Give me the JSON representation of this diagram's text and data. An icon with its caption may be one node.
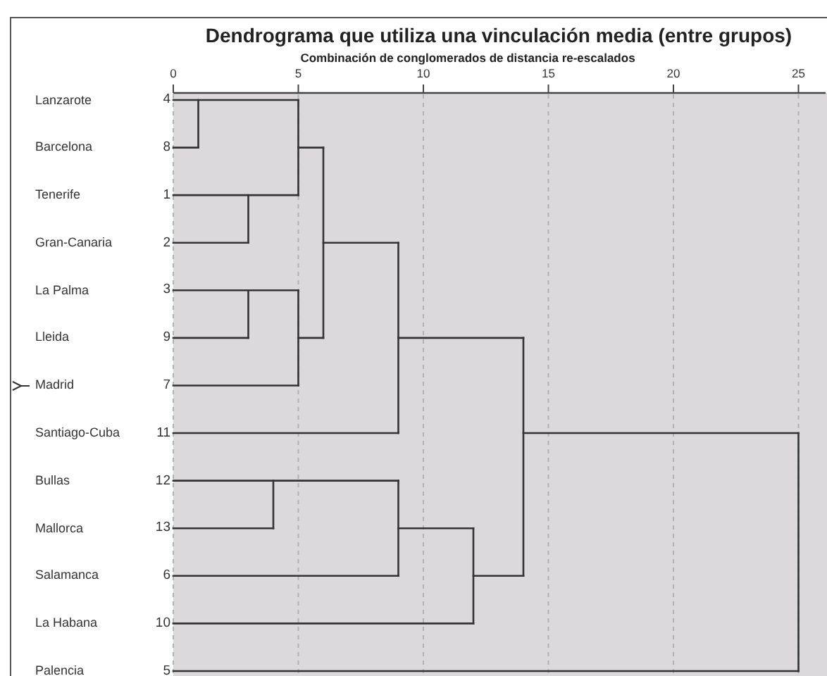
{
  "diagram": {
    "title": "Dendrograma que utiliza una vinculación media (entre grupos)",
    "labels": [
      "Combinación de conglomerados de distancia re-escalados",
      "0",
      "5",
      "10",
      "15",
      "20",
      "25",
      "Lanzarote",
      "4",
      "Barcelona",
      "8",
      "Tenerife",
      "1",
      "Gran-Canaria",
      "2",
      "La Palma",
      "3",
      "Lleida",
      "9",
      "Madrid",
      "7",
      "Santiago-Cuba",
      "11",
      "Bullas",
      "12",
      "Mallorca",
      "13",
      "Salamanca",
      "6",
      "La Habana",
      "10",
      "Palencia",
      "5"
    ]
  }
}
